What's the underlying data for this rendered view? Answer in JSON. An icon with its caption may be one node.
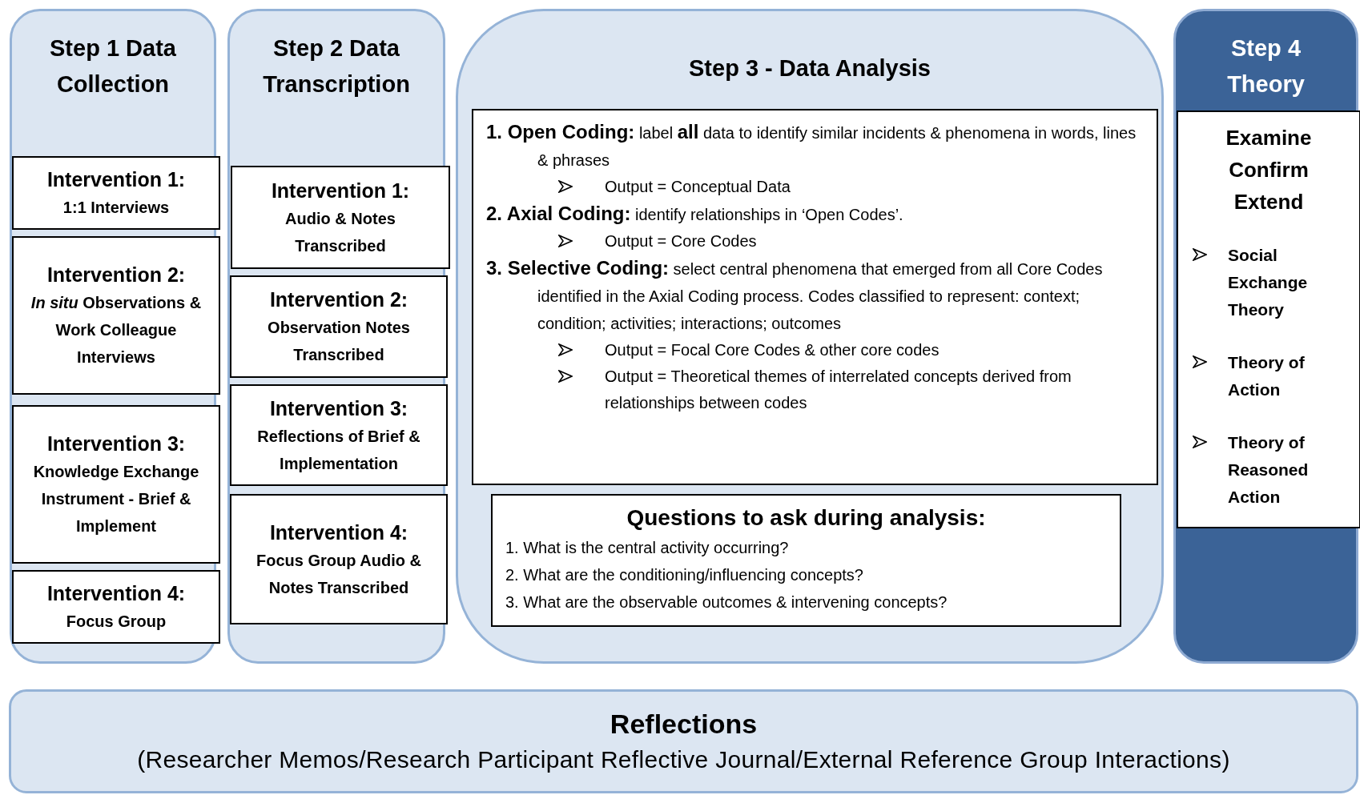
{
  "diagram": {
    "nodes": [
      {
        "text": [
          "Step 1 Data Collection"
        ]
      },
      {
        "text": [
          "Intervention 1:",
          "1:1 Interviews"
        ],
        "in": 0
      },
      {
        "text": [
          "Intervention 2:",
          "*In situ* Observations & Work Colleague Interviews"
        ],
        "in": 0
      },
      {
        "text": [
          "Intervention 3:",
          "Knowledge Exchange Instrument - Brief & Implement"
        ],
        "in": 0
      },
      {
        "text": [
          "Intervention 4:",
          "Focus Group"
        ],
        "in": 0
      },
      {
        "text": [
          "Step 2 Data Transcription"
        ]
      },
      {
        "text": [
          "Intervention 1:",
          "Audio & Notes Transcribed"
        ],
        "in": 5
      },
      {
        "text": [
          "Intervention 2:",
          "Observation Notes Transcribed"
        ],
        "in": 5
      },
      {
        "text": [
          "Intervention 3:",
          "Reflections of Brief & Implementation"
        ],
        "in": 5
      },
      {
        "text": [
          "Intervention 4:",
          "Focus Group Audio & Notes Transcribed"
        ],
        "in": 5
      },
      {
        "text": [
          "Step 3 - Data Analysis"
        ]
      },
      {
        "text": [
          "**1. Open Coding:** label **all** data to identify similar incidents & phenomena in words, lines & phrases",
          "Output = Conceptual Data",
          "**2. Axial Coding:** identify relationships in ‘Open Codes’.",
          "Output = Core Codes",
          "**3. Selective Coding:** select central phenomena that emerged from all Core Codes identified in the Axial Coding process. Codes classified to represent: context; condition; activities; interactions; outcomes",
          "Output = Focal Core Codes & other core codes",
          "Output = Theoretical themes of interrelated concepts derived from relationships between codes"
        ],
        "in": 10
      },
      {
        "text": [
          "Questions to ask during analysis:",
          "1. What is the central activity occurring?",
          "2. What are the conditioning/influencing concepts?",
          "3. What are the observable outcomes & intervening concepts?"
        ],
        "in": 10
      },
      {
        "text": [
          "Step 4 Theory"
        ]
      },
      {
        "text": [
          "Examine",
          "Confirm",
          "Extend",
          "Social Exchange Theory",
          "Theory of Action",
          "Theory of Reasoned Action"
        ],
        "in": 13
      },
      {
        "text": [
          "Reflections",
          "(Researcher Memos/Research Participant Reflective Journal/External Reference Group Interactions)"
        ]
      }
    ],
    "edges": []
  }
}
